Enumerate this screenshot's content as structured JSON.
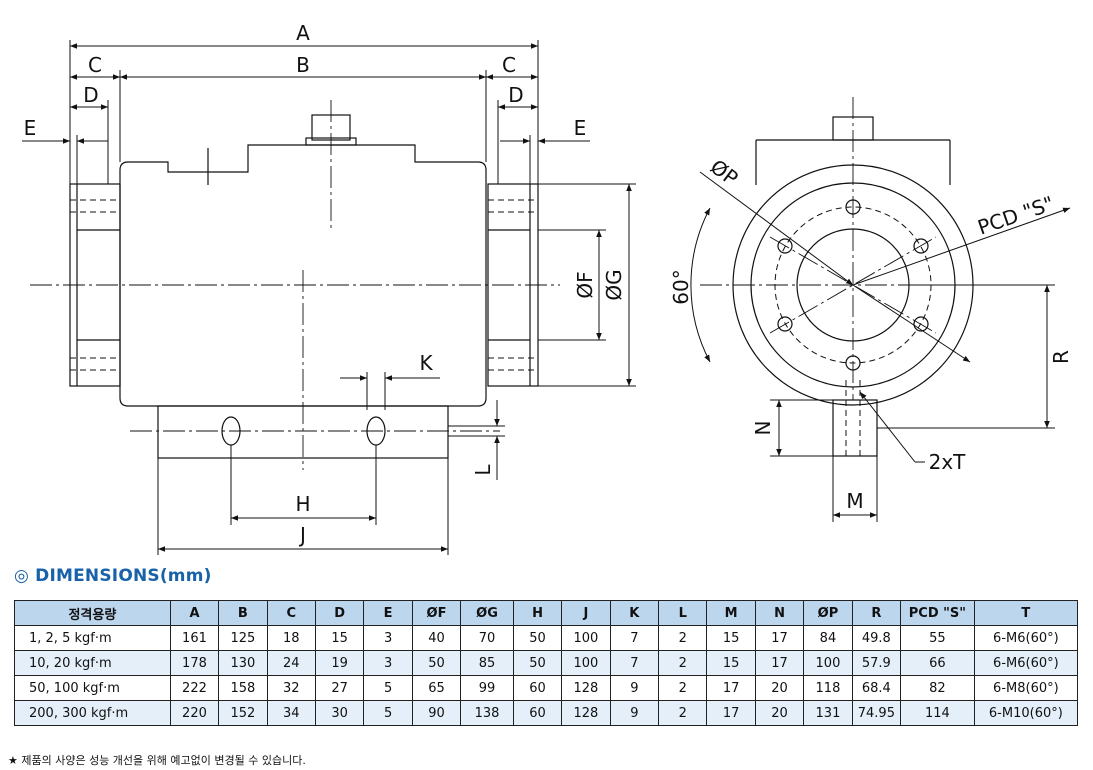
{
  "drawing": {
    "dimension_labels": {
      "a": "A",
      "b": "B",
      "c_left": "C",
      "c_right": "C",
      "d_left": "D",
      "d_right": "D",
      "e_left": "E",
      "e_right": "E",
      "f": "ØF",
      "g": "ØG",
      "k": "K",
      "l": "L",
      "h": "H",
      "j": "J",
      "p": "ØP",
      "pcd": "PCD \"S\"",
      "angle": "60°",
      "r": "R",
      "n": "N",
      "t": "2xT",
      "m": "M"
    }
  },
  "section_title": "◎ DIMENSIONS(mm)",
  "table": {
    "headers": [
      "정격용량",
      "A",
      "B",
      "C",
      "D",
      "E",
      "ØF",
      "ØG",
      "H",
      "J",
      "K",
      "L",
      "M",
      "N",
      "ØP",
      "R",
      "PCD \"S\"",
      "T"
    ],
    "rows": [
      [
        "1, 2, 5 kgf·m",
        "161",
        "125",
        "18",
        "15",
        "3",
        "40",
        "70",
        "50",
        "100",
        "7",
        "2",
        "15",
        "17",
        "84",
        "49.8",
        "55",
        "6-M6(60°)"
      ],
      [
        "10, 20 kgf·m",
        "178",
        "130",
        "24",
        "19",
        "3",
        "50",
        "85",
        "50",
        "100",
        "7",
        "2",
        "15",
        "17",
        "100",
        "57.9",
        "66",
        "6-M6(60°)"
      ],
      [
        "50, 100 kgf·m",
        "222",
        "158",
        "32",
        "27",
        "5",
        "65",
        "99",
        "60",
        "128",
        "9",
        "2",
        "17",
        "20",
        "118",
        "68.4",
        "82",
        "6-M8(60°)"
      ],
      [
        "200, 300 kgf·m",
        "220",
        "152",
        "34",
        "30",
        "5",
        "90",
        "138",
        "60",
        "128",
        "9",
        "2",
        "17",
        "20",
        "131",
        "74.95",
        "114",
        "6-M10(60°)"
      ]
    ]
  },
  "note": "★ 제품의 사양은 성능 개선을 위해 예고없이 변경될 수 있습니다."
}
